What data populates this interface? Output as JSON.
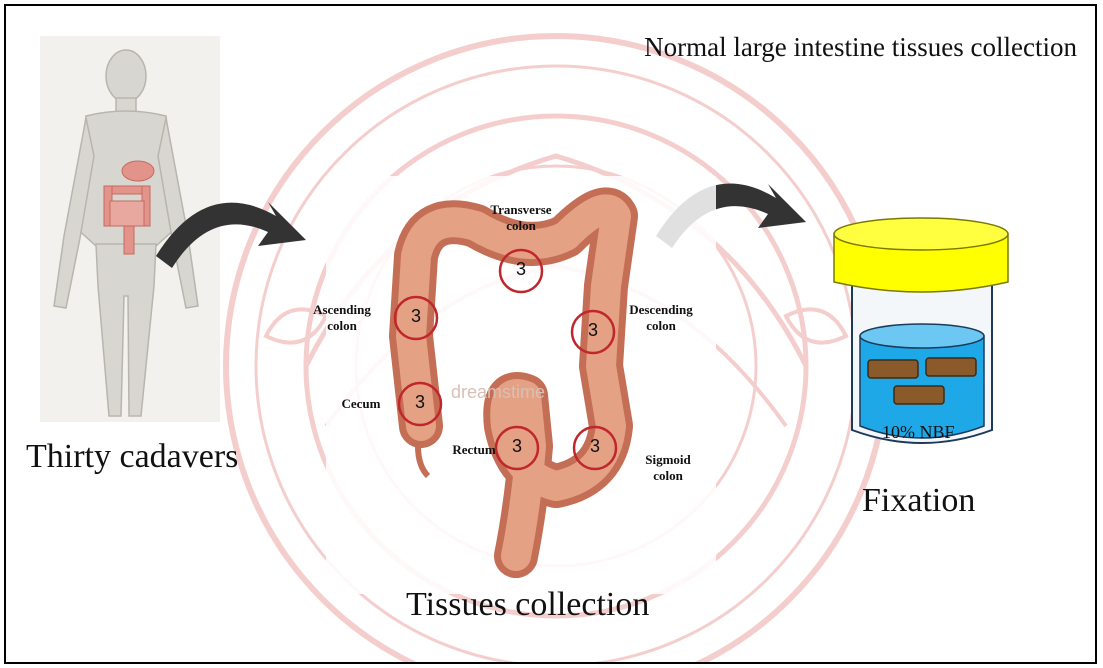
{
  "title": "Normal large intestine tissues collection",
  "steps": {
    "source": "Thirty cadavers",
    "collection": "Tissues collection",
    "fixation": "Fixation"
  },
  "colon_sites": [
    {
      "label": "Transverse colon",
      "count": "3"
    },
    {
      "label": "Ascending colon",
      "count": "3"
    },
    {
      "label": "Descending colon",
      "count": "3"
    },
    {
      "label": "Cecum",
      "count": "3"
    },
    {
      "label": "Rectum",
      "count": "3"
    },
    {
      "label": "Sigmoid colon",
      "count": "3"
    }
  ],
  "watermark": "dreamstime",
  "jar": {
    "fixative": "10% NBF"
  },
  "colors": {
    "circle": "#c0272d",
    "colon": "#d98a6e",
    "jar_lid": "#ffff00",
    "fixative": "#1fa8e8",
    "tissue": "#8b5a2b",
    "arrow": "#333333",
    "seal": "#e9a39a"
  }
}
